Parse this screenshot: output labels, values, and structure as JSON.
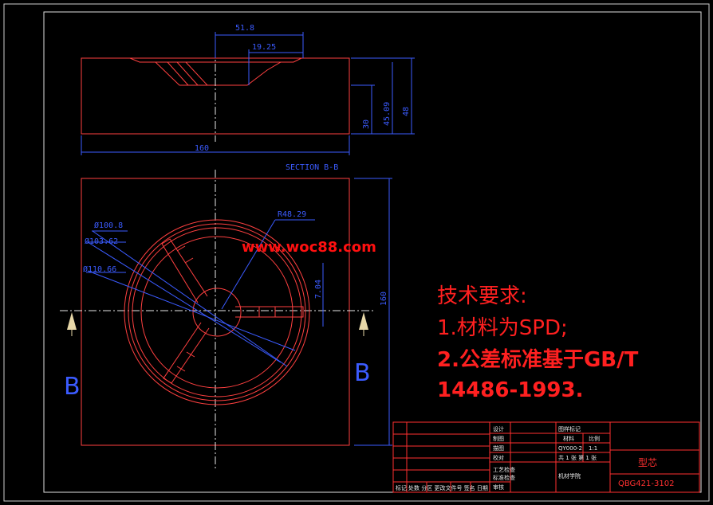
{
  "watermark": "www.woc88.com",
  "labels": {
    "section": "SECTION B-B",
    "b_left": "B",
    "b_right": "B"
  },
  "dims": {
    "d518": "51.8",
    "d1925": "19.25",
    "d160a": "160",
    "d30": "30",
    "d45": "45.09",
    "d48": "48",
    "dia1008": "Ø100.8",
    "dia10362": "Ø103.62",
    "dia11066": "Ø110.66",
    "r4829": "R48.29",
    "d704": "7.04",
    "d160b": "160"
  },
  "requirements": {
    "title": "技术要求:",
    "line1": "1.材料为SPD;",
    "line2": "2.公差标准基于GB/T",
    "line3": "14486-1993."
  },
  "titleblock": {
    "design": "设计",
    "drawing": "制图",
    "trace": "描图",
    "check": "校对",
    "process": "工艺检查",
    "standard": "标准检查",
    "approve": "审核",
    "mark": "图样标记",
    "material": "材料",
    "scale_label": "比例",
    "material_code": "QY000-2",
    "scale_value": "1:1",
    "sheets": "共 1 张  第 1 张",
    "company": "机材学院",
    "part_name": "型芯",
    "part_number": "QBG421-3102",
    "rev_mark": "标记",
    "rev_cols": "处数 分区 更改文件号 签名 日期"
  }
}
